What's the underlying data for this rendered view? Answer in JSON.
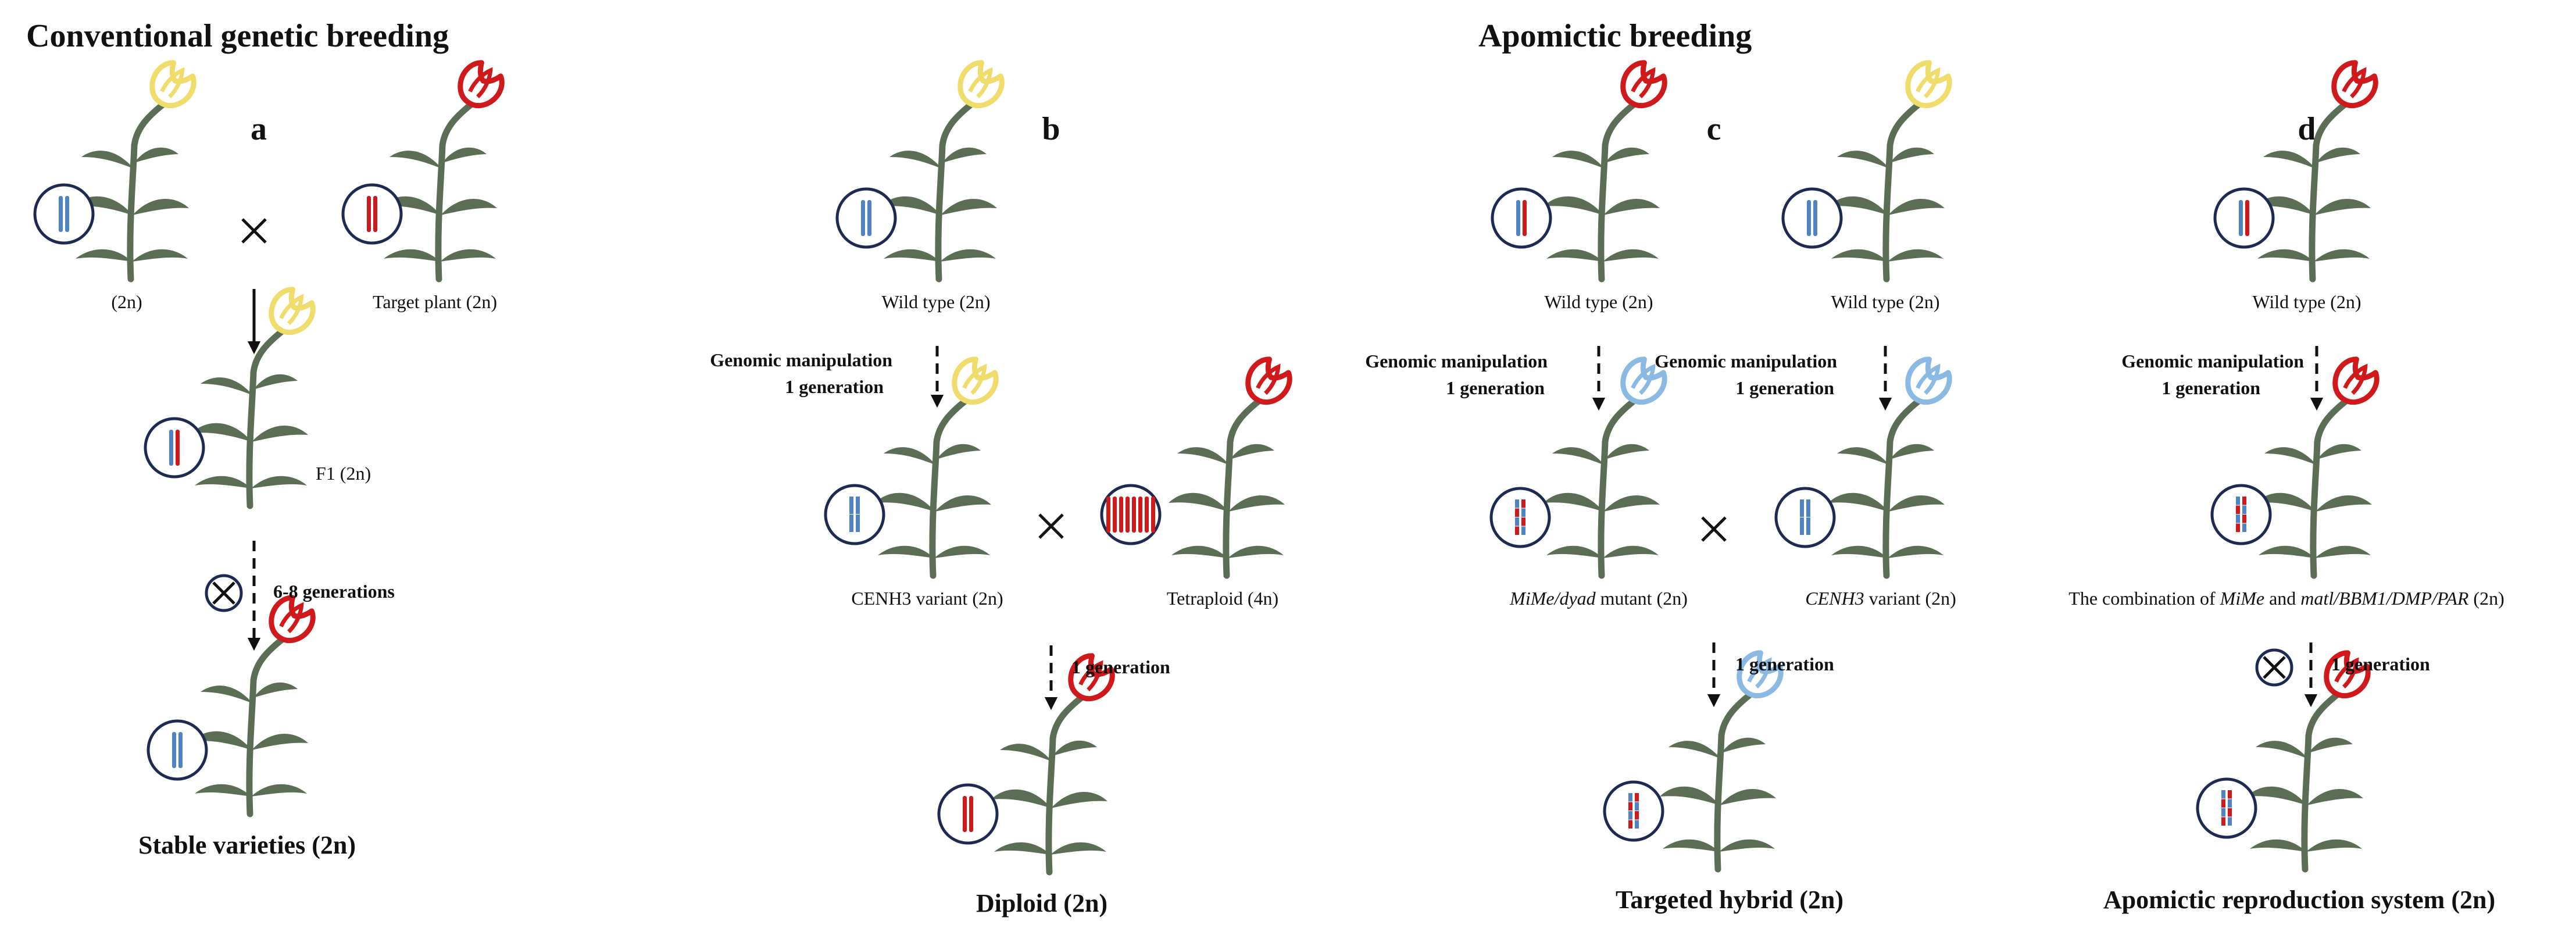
{
  "headings": {
    "conventional": "Conventional genetic breeding",
    "apomictic": "Apomictic breeding"
  },
  "colors": {
    "stem": "#5b6e55",
    "flower_yellow": "#f0dc6a",
    "flower_red": "#d0191b",
    "flower_blue": "#8ab9e3",
    "chrom_blue": "#4f83c6",
    "chrom_red": "#d0191b",
    "circle": "#1e2a52"
  },
  "panels": {
    "a": {
      "letter": "a",
      "p1_label": "(2n)",
      "p2_label": "Target plant (2n)",
      "f1_label": "F1 (2n)",
      "step": "6-8 generations",
      "final": "Stable varieties (2n)"
    },
    "b": {
      "letter": "b",
      "wt_label": "Wild type (2n)",
      "step1_line1": "Genomic manipulation",
      "step1_line2": "1 generation",
      "v1_label": "CENH3 variant (2n)",
      "v2_label": "Tetraploid (4n)",
      "step2": "1 generation",
      "final": "Diploid (2n)"
    },
    "c": {
      "letter": "c",
      "wt1_label": "Wild type (2n)",
      "wt2_label": "Wild type (2n)",
      "step_left_line1": "Genomic manipulation",
      "step_left_line2": "1 generation",
      "step_right_line1": "Genomic manipulation",
      "step_right_line2": "1 generation",
      "m1_it": "MiMe/dyad",
      "m1_rest": " mutant (2n)",
      "m2_it": "CENH3",
      "m2_rest": " variant (2n)",
      "step2": "1 generation",
      "final": "Targeted hybrid (2n)"
    },
    "d": {
      "letter": "d",
      "wt_label": "Wild type (2n)",
      "step1_line1": "Genomic manipulation",
      "step1_line2": "1 generation",
      "combo_a": "The combination of ",
      "combo_b": "MiMe",
      "combo_c": " and ",
      "combo_d": "matl/BBM1/DMP/PAR",
      "combo_e": "  (2n)",
      "step2": "1 generation",
      "final": "Apomictic reproduction system (2n)"
    }
  },
  "symbols": {
    "cross": "×",
    "selfing": "⊗"
  }
}
